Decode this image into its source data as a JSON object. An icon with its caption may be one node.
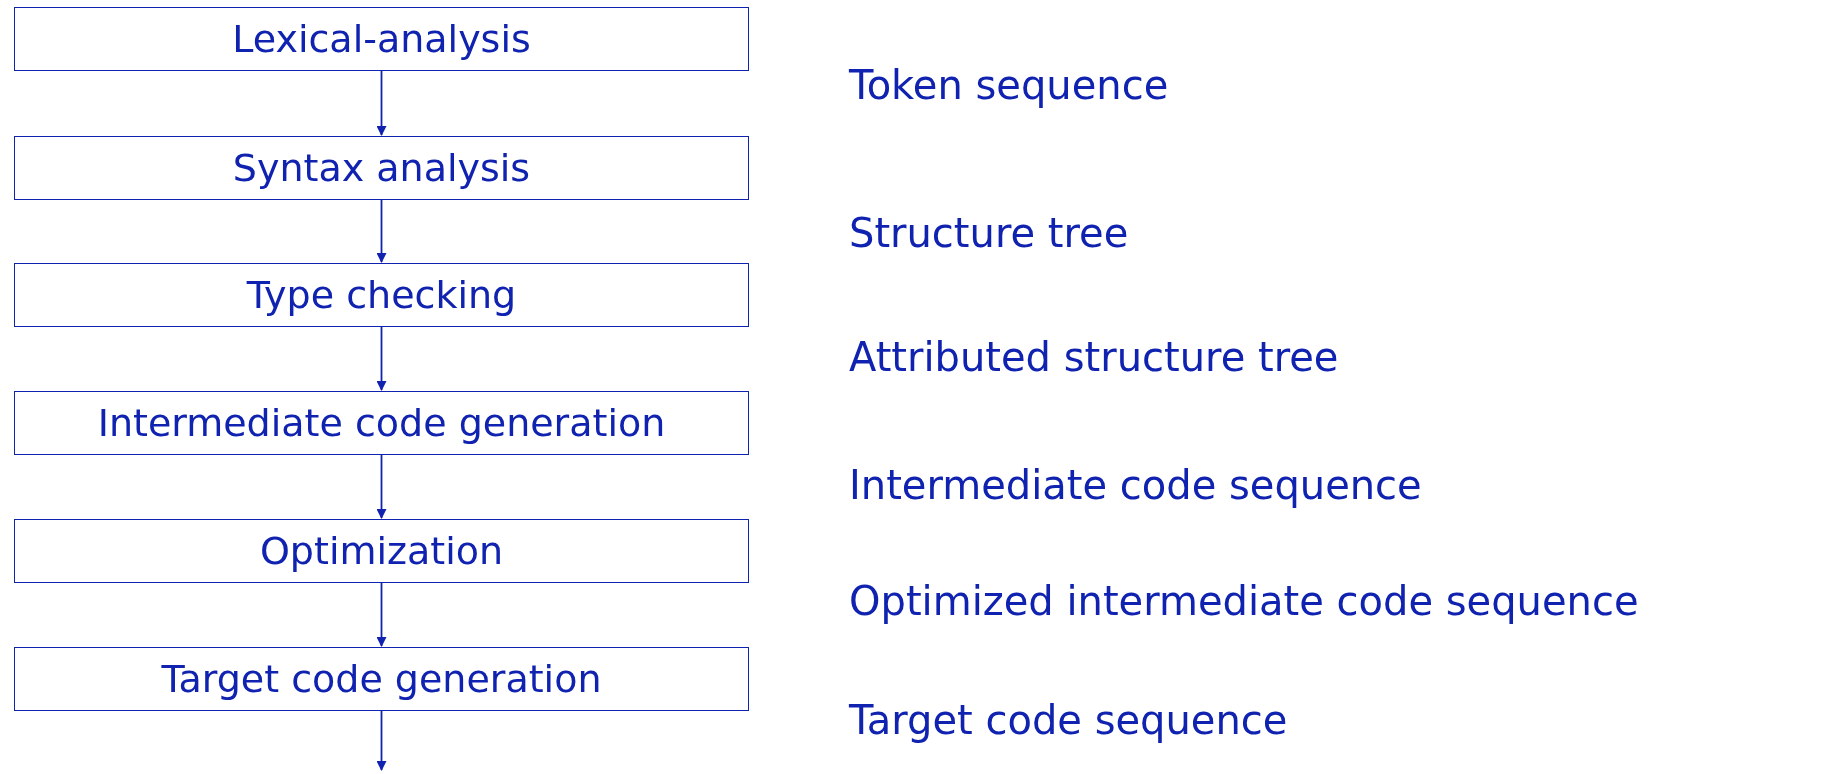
{
  "diagram": {
    "nodes": [
      {
        "text": [
          "Lexical-analysis"
        ]
      },
      {
        "text": [
          "Syntax analysis"
        ]
      },
      {
        "text": [
          "Type checking"
        ]
      },
      {
        "text": [
          "Intermediate code generation"
        ]
      },
      {
        "text": [
          "Optimization"
        ]
      },
      {
        "text": [
          "Target code generation"
        ]
      }
    ],
    "edges": [
      {
        "from": 0,
        "to": 1,
        "arrow": "to"
      },
      {
        "from": 1,
        "to": 2,
        "arrow": "to"
      },
      {
        "from": 2,
        "to": 3,
        "arrow": "to"
      },
      {
        "from": 3,
        "to": 4,
        "arrow": "to"
      },
      {
        "from": 4,
        "to": 5,
        "arrow": "to"
      },
      {
        "from": 5,
        "to": null,
        "arrow": "to"
      }
    ],
    "labels": [
      "Token sequence",
      "Structure tree",
      "Attributed structure tree",
      "Intermediate code sequence",
      "Optimized intermediate code sequence",
      "Target code sequence"
    ]
  }
}
